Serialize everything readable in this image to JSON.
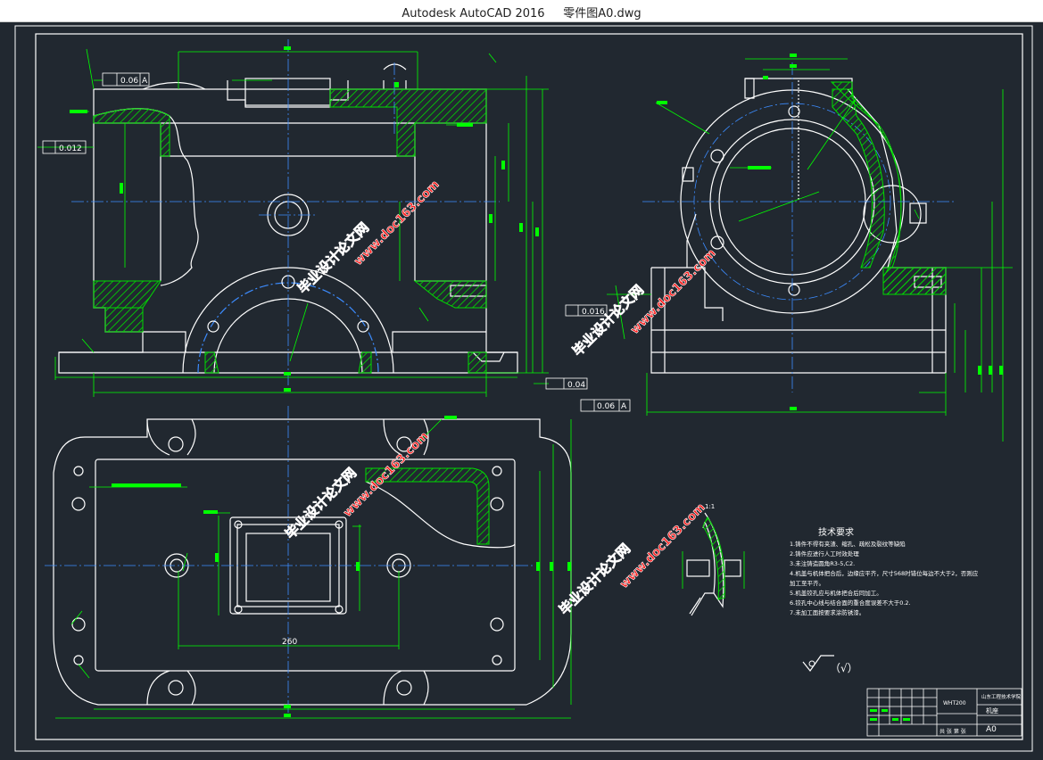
{
  "window": {
    "app": "Autodesk AutoCAD 2016",
    "file": "零件图A0.dwg"
  },
  "tolerances": {
    "top_left_flatness": "0.06",
    "top_left_datum": "A",
    "left_perpendicularity": "0.012",
    "bottom_right": "0.04",
    "side_perpendicularity": "0.016",
    "side_flatness": "0.06",
    "side_datum": "A"
  },
  "dimensions": {
    "bottom_width": "260"
  },
  "detail_scale": "1:1",
  "notes": {
    "title": "技术要求",
    "lines": [
      "1.铸件不得有夹渣、缩孔、疏松及裂纹等缺陷",
      "2.铸件应进行人工时效处理",
      "3.未注铸造圆角R3-5,C2.",
      "4.机盖与机体把合后，边缘应平齐，尺寸568时错位每边不大于2，否则应",
      "加工至平齐。",
      "5.机盖铰孔应与机体把合后同加工。",
      "6.铰孔中心线与结合面的重合度误差不大于0.2.",
      "7.未加工面按要求涂防锈漆。"
    ]
  },
  "surface_roughness": "（√）",
  "title_block": {
    "header": "山东工程技术学院",
    "model": "WHT200",
    "part_name": "机座",
    "size": "A0",
    "footer": "共 张 第 张"
  },
  "watermarks": [
    "毕业设计论文网",
    "www.doc163.com"
  ],
  "colors": {
    "background": "#212830",
    "lines": "#ffffff",
    "dims": "#00ff00",
    "hatch": "#00dd00",
    "centerline": "#3c8cff"
  }
}
